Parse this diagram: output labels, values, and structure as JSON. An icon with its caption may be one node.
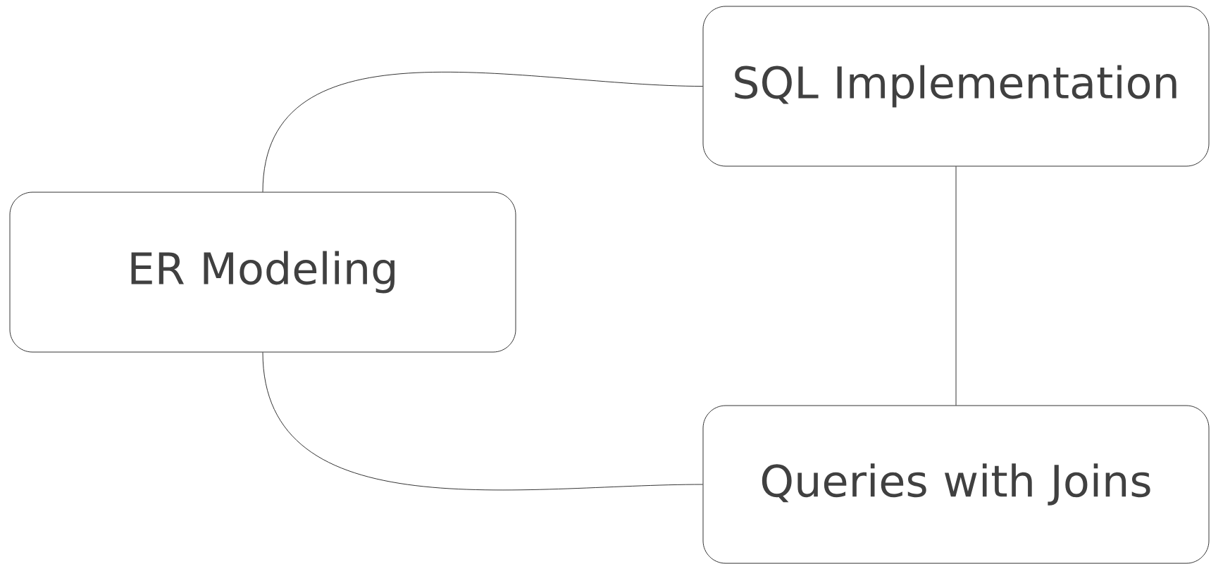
{
  "diagram": {
    "nodes": [
      {
        "text": [
          "ER Modeling"
        ]
      },
      {
        "text": [
          "SQL Implementation"
        ]
      },
      {
        "text": [
          "Queries with Joins"
        ]
      }
    ],
    "edges": [
      {
        "from": 0,
        "to": 1,
        "arrow": "none"
      },
      {
        "from": 0,
        "to": 2,
        "arrow": "none"
      },
      {
        "from": 1,
        "to": 2,
        "arrow": "none"
      }
    ]
  }
}
